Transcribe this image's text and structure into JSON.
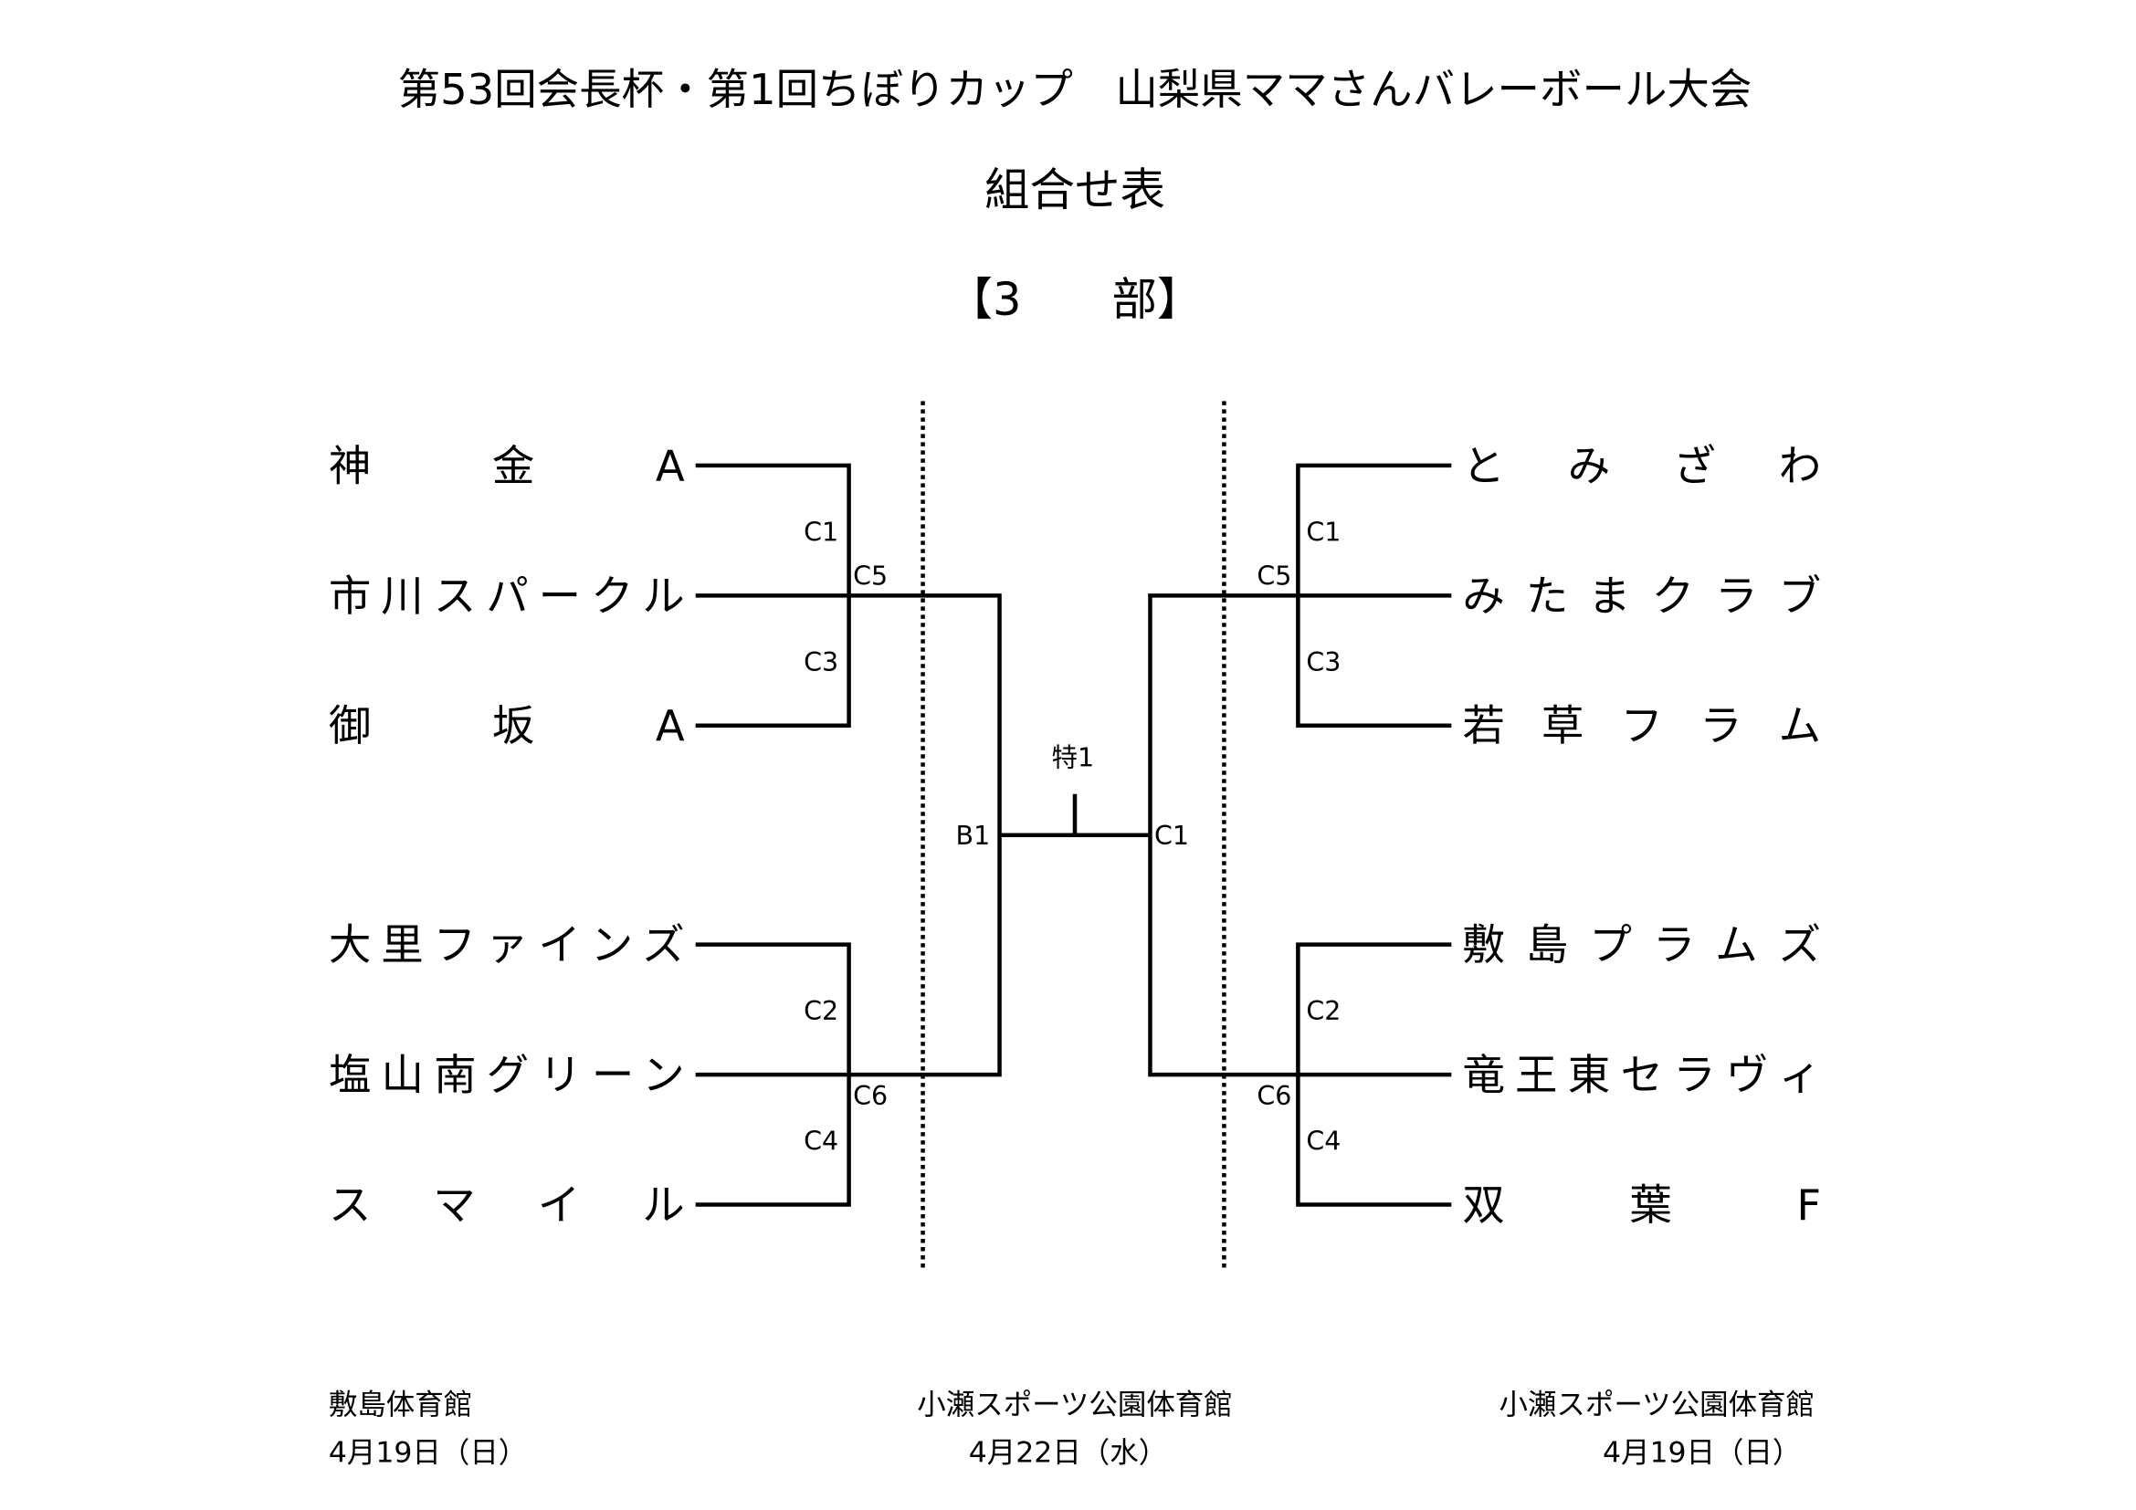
{
  "header": {
    "title": "第53回会長杯・第1回ちぼりカップ　山梨県ママさんバレーボール大会",
    "subtitle": "組合せ表",
    "division": "【3　　部】"
  },
  "left_teams": [
    "神　　金　　A",
    "市川スパークル",
    "御　　坂　　A",
    "大里ファインズ",
    "塩山南グリーン",
    "ス　マ　イ　ル"
  ],
  "right_teams": [
    "と　み　ざ　わ",
    "みたまクラブ",
    "若　草　フ　ラ　ム",
    "敷島プラムズ",
    "竜王東セラヴィ",
    "双　　葉　　F"
  ],
  "match_labels": {
    "left": {
      "c1": "C1",
      "c5": "C5",
      "c3": "C3",
      "c2": "C2",
      "c6": "C6",
      "c4": "C4"
    },
    "right": {
      "c1": "C1",
      "c5": "C5",
      "c3": "C3",
      "c2": "C2",
      "c6": "C6",
      "c4": "C4"
    },
    "final_left": "B1",
    "final_right": "C1",
    "final_top": "特1"
  },
  "footer": {
    "left": {
      "venue": "敷島体育館",
      "date": "4月19日（日）"
    },
    "center": {
      "venue": "小瀬スポーツ公園体育館",
      "date": "4月22日（水）"
    },
    "right": {
      "venue": "小瀬スポーツ公園体育館",
      "date": "4月19日（日）"
    }
  }
}
